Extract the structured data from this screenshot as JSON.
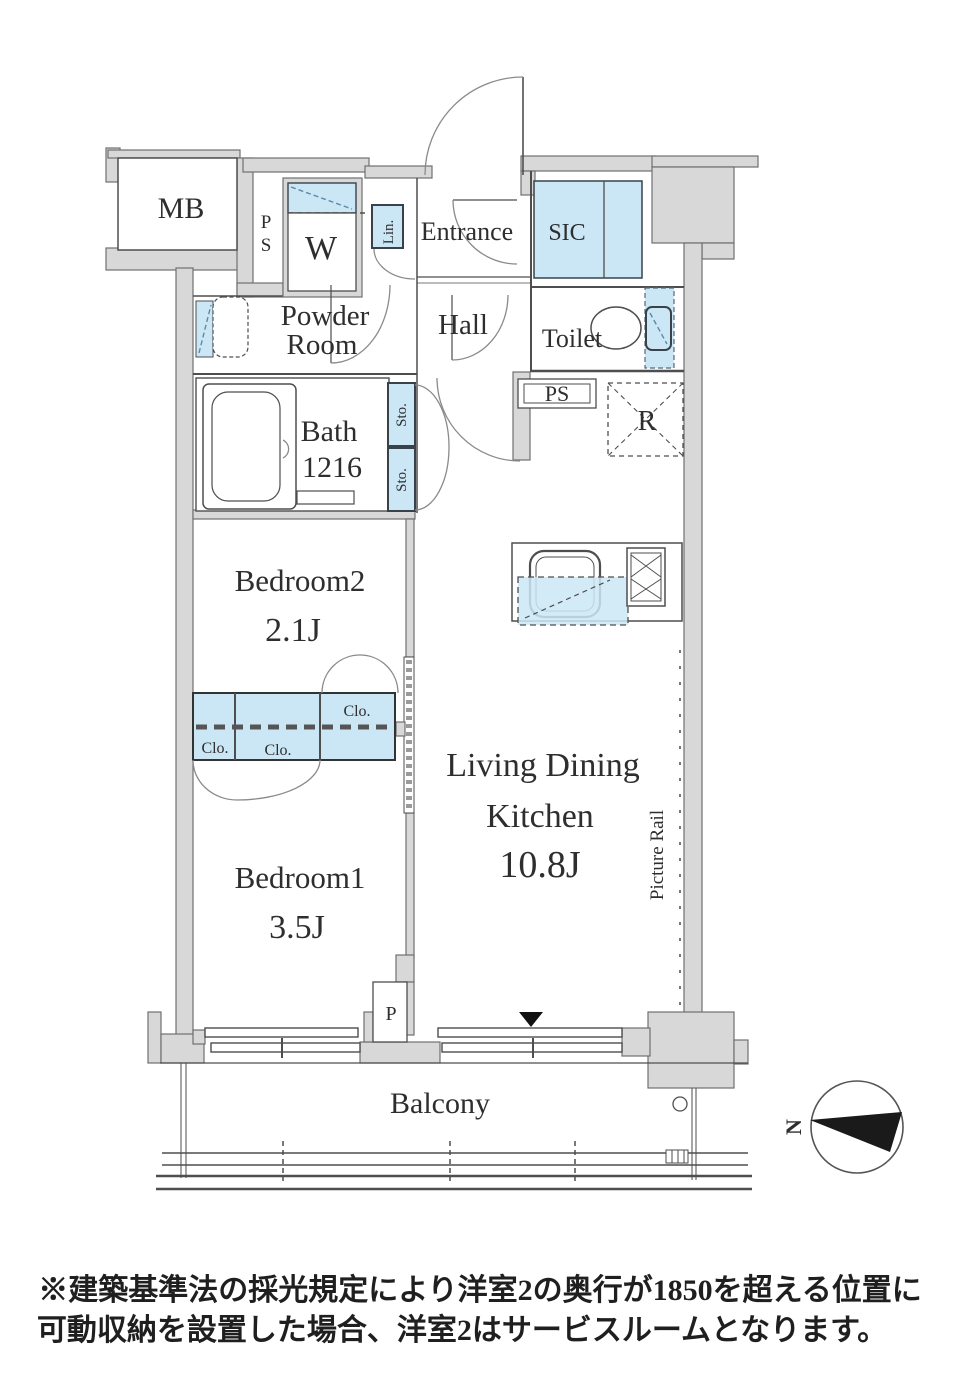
{
  "floor_plan": {
    "rooms": {
      "mb": "MB",
      "ps_shaft": "PS",
      "washer": "W",
      "linen": "Lin.",
      "entrance": "Entrance",
      "sic": "SIC",
      "powder_room": {
        "line1": "Powder",
        "line2": "Room"
      },
      "hall": "Hall",
      "toilet": "Toilet",
      "bath": {
        "name": "Bath",
        "size": "1216"
      },
      "storage_upper": "Sto.",
      "storage_lower": "Sto.",
      "ps_duct": "PS",
      "refrigerator": "R",
      "bedroom2": {
        "name": "Bedroom2",
        "size": "2.1J"
      },
      "closet_left": "Clo.",
      "closet_mid": "Clo.",
      "closet_right": "Clo.",
      "ldk": {
        "line1": "Living Dining",
        "line2": "Kitchen",
        "size": "10.8J"
      },
      "picture_rail": "Picture Rail",
      "bedroom1": {
        "name": "Bedroom1",
        "size": "3.5J"
      },
      "pipe_shaft": "P",
      "balcony": "Balcony"
    },
    "compass": {
      "north": "N"
    }
  },
  "footnote": {
    "line1": "※建築基準法の採光規定により洋室2の奥行が1850を超える位置に",
    "line2": "可動収納を設置した場合、洋室2はサービスルームとなります。"
  },
  "colors": {
    "wall_fill": "#d8d8d8",
    "wall_stroke": "#707070",
    "fixture_blue": "#cbe7f5",
    "line_dark": "#4e4e4e",
    "text": "#2e2e2e"
  }
}
